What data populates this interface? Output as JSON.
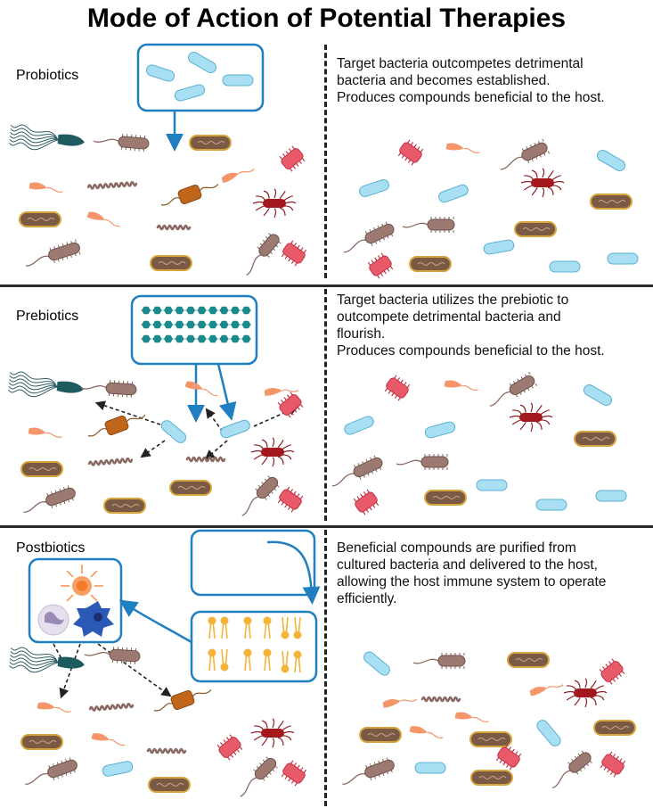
{
  "title": "Mode of Action of Potential Therapies",
  "sections": [
    {
      "label": "Probiotics",
      "description_lines": [
        "Target bacteria outcompetes detrimental",
        "bacteria and becomes established.",
        "Produces compounds beneficial to the host."
      ]
    },
    {
      "label": "Prebiotics",
      "description_lines": [
        "Target bacteria utilizes the prebiotic to",
        "outcompete detrimental bacteria and",
        "flourish.",
        "Produces compounds beneficial to the host."
      ]
    },
    {
      "label": "Postbiotics",
      "description_lines": [
        "Beneficial compounds are purified from",
        "cultured bacteria and delivered to the host,",
        "allowing the host immune system to operate",
        "efficiently."
      ]
    }
  ],
  "colors": {
    "target_bacteria": "#a8dff2",
    "arrow_blue": "#1f7fc0",
    "brown_rod": "#9c7a72",
    "red_rod": "#e85a6a",
    "orange_vibrio": "#f4956a",
    "capsule_fill": "#7a5a44",
    "capsule_border": "#d4a63c",
    "prebiotic_chain": "#1a8a8a",
    "lipid": "#f4b43a"
  }
}
